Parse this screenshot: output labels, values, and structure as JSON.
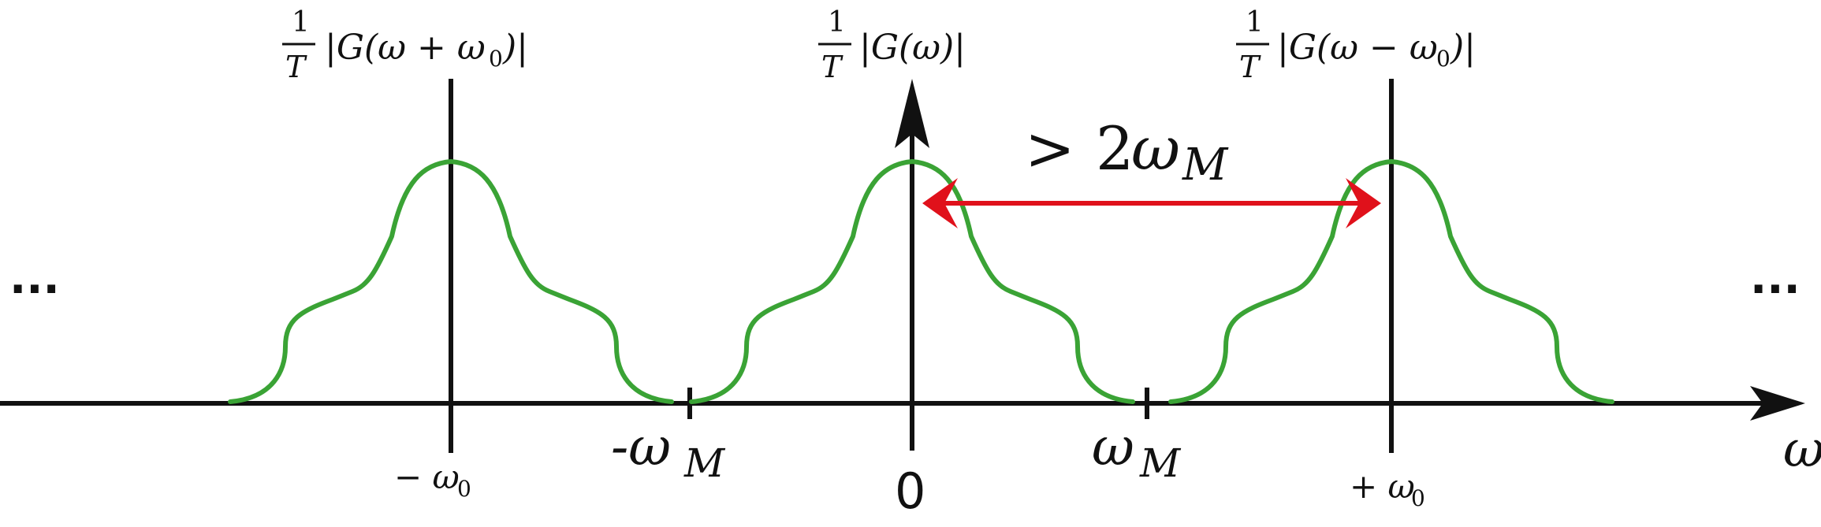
{
  "diagram": {
    "colors": {
      "axis": "#111111",
      "spectrum": "#3aa335",
      "arrow": "#e0111b"
    },
    "ellipsis_left": "...",
    "ellipsis_right": "...",
    "axis_symbol": "ω",
    "spacing_label": {
      "prefix": ">",
      "coef": "2",
      "sym": "ω",
      "sub": "M"
    },
    "replicas": [
      {
        "num": "1",
        "den": "T",
        "expr_pre": "|G(ω + ω",
        "expr_sub": "0",
        "expr_post": ")|",
        "tick_sym": "− ω",
        "tick_sub": "0"
      },
      {
        "num": "1",
        "den": "T",
        "expr_pre": "|G(ω)|",
        "expr_sub": "",
        "expr_post": "",
        "tick_sym": "0",
        "tick_sub": ""
      },
      {
        "num": "1",
        "den": "T",
        "expr_pre": "|G(ω − ω",
        "expr_sub": "0",
        "expr_post": ")|",
        "tick_sym": "+ ω",
        "tick_sub": "0"
      }
    ],
    "band_ticks": [
      {
        "sym": "-ω",
        "sub": "M"
      },
      {
        "sym": "ω",
        "sub": "M"
      }
    ]
  }
}
